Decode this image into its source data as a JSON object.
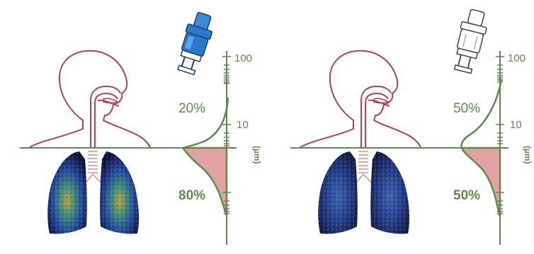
{
  "panels": [
    {
      "id": "left",
      "device": "blue-nebulizer",
      "device_color": "#2a78c8",
      "upper_percent": "20%",
      "lower_percent": "80%",
      "axis_tick_labels": [
        "100",
        "10"
      ],
      "axis_unit": "(µm)"
    },
    {
      "id": "right",
      "device": "white-nebulizer",
      "device_color": "#ffffff",
      "upper_percent": "50%",
      "lower_percent": "50%",
      "axis_tick_labels": [
        "100",
        "10"
      ],
      "axis_unit": "(µm)"
    }
  ],
  "colors": {
    "outline": "#b2424f",
    "axis": "#5e8a4e",
    "fill": "#e0a2a2"
  }
}
